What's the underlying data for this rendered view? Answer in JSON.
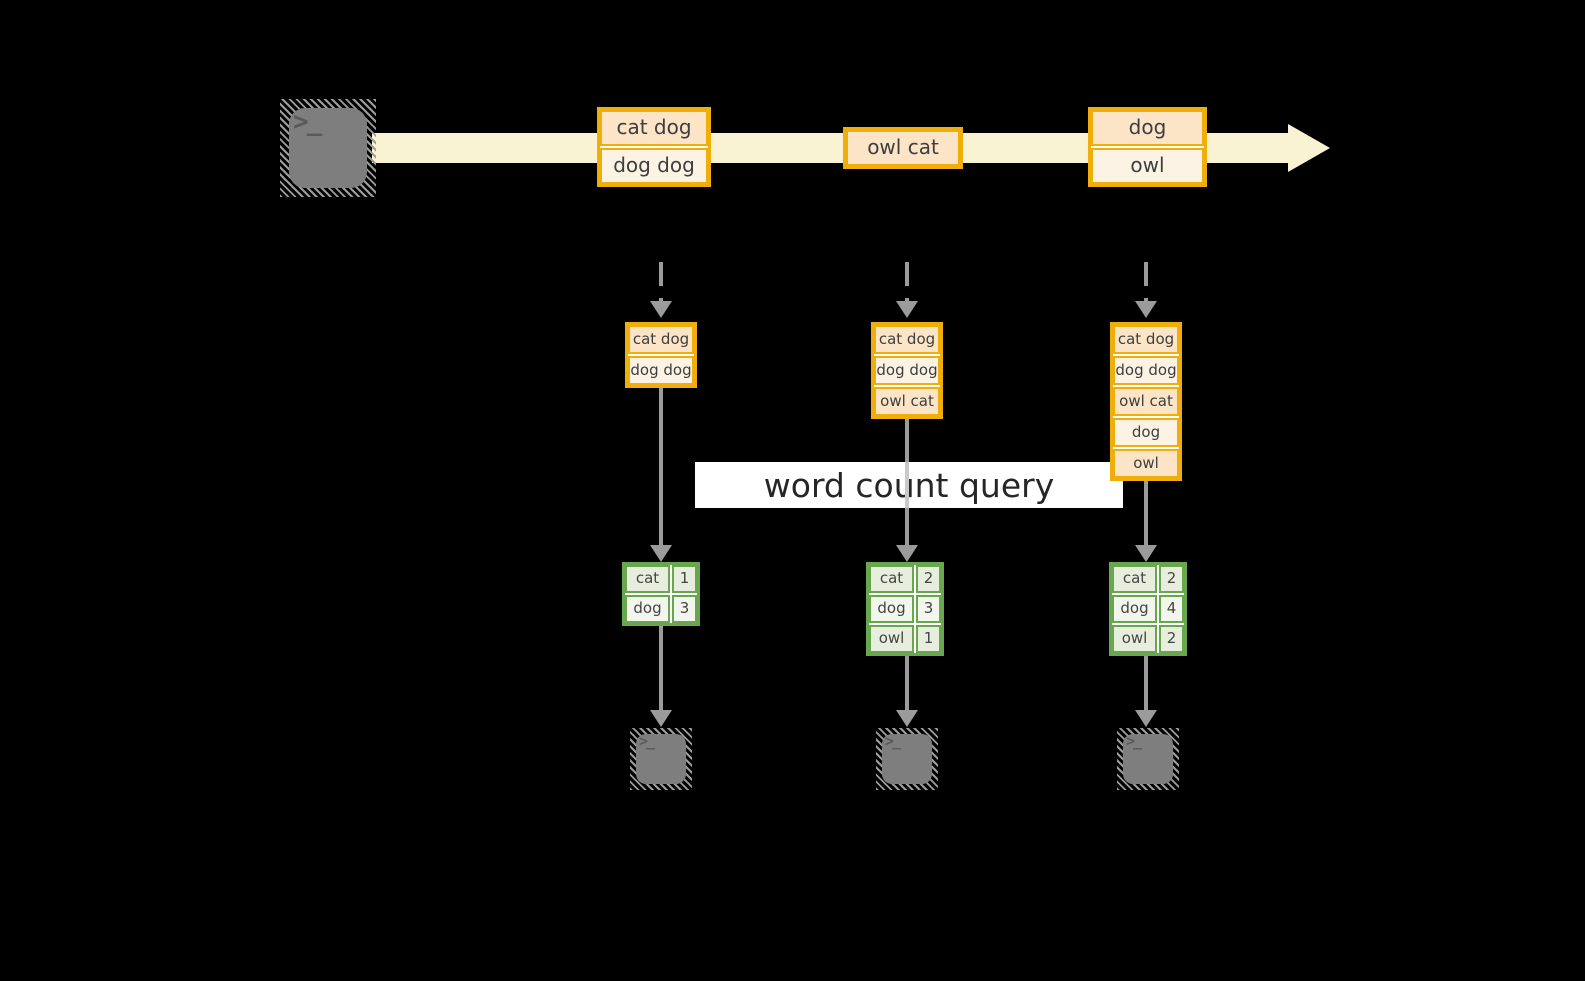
{
  "query": {
    "label": "word count query"
  },
  "icons": {
    "terminal": ">_"
  },
  "stream": {
    "events": [
      {
        "cells": [
          "cat dog",
          "dog dog"
        ]
      },
      {
        "cells": [
          "owl cat"
        ]
      },
      {
        "cells": [
          "dog",
          "owl"
        ]
      }
    ]
  },
  "columns": [
    {
      "buffer": [
        "cat dog",
        "dog dog"
      ],
      "counts": [
        {
          "word": "cat",
          "count": "1"
        },
        {
          "word": "dog",
          "count": "3"
        }
      ]
    },
    {
      "buffer": [
        "cat dog",
        "dog dog",
        "owl cat"
      ],
      "counts": [
        {
          "word": "cat",
          "count": "2"
        },
        {
          "word": "dog",
          "count": "3"
        },
        {
          "word": "owl",
          "count": "1"
        }
      ]
    },
    {
      "buffer": [
        "cat dog",
        "dog dog",
        "owl cat",
        "dog",
        "owl"
      ],
      "counts": [
        {
          "word": "cat",
          "count": "2"
        },
        {
          "word": "dog",
          "count": "4"
        },
        {
          "word": "owl",
          "count": "2"
        }
      ]
    }
  ],
  "colors": {
    "background": "#000000",
    "stream_band": "#faf3d3",
    "event_border": "#f0ae0b",
    "event_cell_peach": "#fce4c7",
    "event_cell_cream": "#fdf3e4",
    "table_border": "#68a74e",
    "table_cell_green": "#e7eedd",
    "table_cell_light": "#f3f6ed",
    "arrow_gray": "#9b9b9b",
    "terminal_gray": "#7e7e7e",
    "query_band": "#ffffff",
    "text": "#3e3e3e"
  }
}
